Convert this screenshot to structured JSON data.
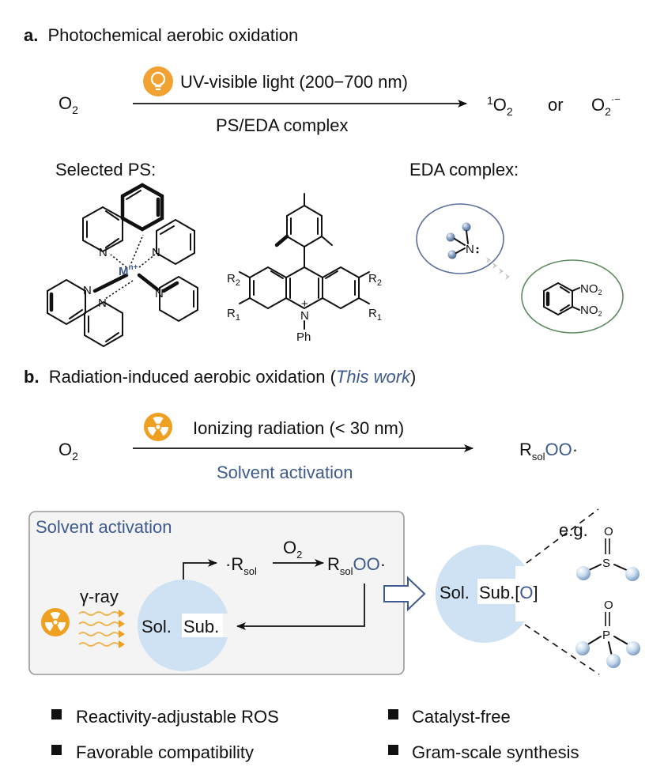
{
  "section_a": {
    "label": "a.",
    "title": "Photochemical aerobic oxidation",
    "reactant": "O",
    "reactant_sub": "2",
    "arrow_top": "UV-visible light (200−700 nm)",
    "arrow_bottom": "PS/EDA complex",
    "product1_sup": "1",
    "product1": "O",
    "product1_sub": "2",
    "or": "or",
    "product2": "O",
    "product2_sub": "2",
    "product2_sup": "·−",
    "selected_ps_label": "Selected PS:",
    "eda_label": "EDA complex:",
    "complex_metal": "M",
    "complex_charge": "n+",
    "atom_n": "N",
    "atom_r1": "R",
    "atom_r1_sub": "1",
    "atom_r2": "R",
    "atom_r2_sub": "2",
    "atom_plus": "+",
    "atom_ph": "Ph",
    "no2": "NO",
    "no2_sub": "2"
  },
  "section_b": {
    "label": "b.",
    "title_prefix": "Radiation-induced aerobic oxidation (",
    "title_italic": "This work",
    "title_suffix": ")",
    "reactant": "O",
    "reactant_sub": "2",
    "arrow_top": "Ionizing radiation (< 30 nm)",
    "arrow_bottom": "Solvent activation",
    "product": "R",
    "product_sub": "sol",
    "product_oo": "OO",
    "product_dot": "·",
    "box_title": "Solvent activation",
    "gamma": "γ-ray",
    "radical_dot": "·",
    "radical": "R",
    "radical_sub": "sol",
    "o2_over": "O",
    "o2_over_sub": "2",
    "peroxyl": "R",
    "peroxyl_sub": "sol",
    "peroxyl_oo": "OO",
    "peroxyl_dot": "·",
    "sol": "Sol.",
    "sub": "Sub.",
    "sol2": "Sol.",
    "sub2": "Sub.[",
    "oxy": "O",
    "close_bracket": "]",
    "eg": "e.g.",
    "atom_o": "O",
    "atom_s": "S",
    "atom_o2": "O",
    "atom_p": "P"
  },
  "features": [
    "Reactivity-adjustable ROS",
    "Catalyst-free",
    "Favorable compatibility",
    "Gram-scale synthesis"
  ],
  "colors": {
    "blue_text": "#3e5a8e",
    "radiation_orange": "#f0a020",
    "bulb_orange": "#f2a233",
    "light_blue": "#cfe2f3",
    "box_border": "#9a9a9a"
  }
}
